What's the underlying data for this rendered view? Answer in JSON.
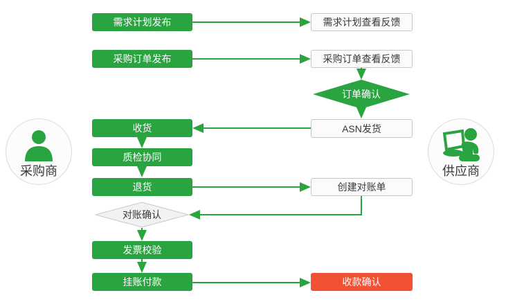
{
  "colors": {
    "green": "#2aa440",
    "arrow": "#2aa43c",
    "red": "#f05233",
    "whitebox-bg": "#fbfbfb",
    "whitebox-border": "#c6c6c6",
    "diamond-white-bg": "#f2f2f2",
    "diamond-white-border": "#c9c9c9",
    "circle-bg": "#fcfcfc",
    "circle-border": "#dbdbdb",
    "text-dark": "#383838"
  },
  "actors": {
    "buyer": {
      "label": "采购商",
      "icon": "person-icon"
    },
    "supplier": {
      "label": "供应商",
      "icon": "person-laptop-icon"
    }
  },
  "nodes": {
    "demand_plan_publish": {
      "label": "需求计划发布",
      "type": "process-green"
    },
    "demand_plan_feedback": {
      "label": "需求计划查看反馈",
      "type": "process-white"
    },
    "po_publish": {
      "label": "采购订单发布",
      "type": "process-green"
    },
    "po_feedback": {
      "label": "采购订单查看反馈",
      "type": "process-white"
    },
    "order_confirm": {
      "label": "订单确认",
      "type": "decision-green"
    },
    "receive_goods": {
      "label": "收货",
      "type": "process-green"
    },
    "asn_ship": {
      "label": "ASN发货",
      "type": "process-white"
    },
    "quality_collab": {
      "label": "质检协同",
      "type": "process-green"
    },
    "return_goods": {
      "label": "退货",
      "type": "process-green"
    },
    "create_statement": {
      "label": "创建对账单",
      "type": "process-white"
    },
    "statement_confirm": {
      "label": "对账确认",
      "type": "decision-white"
    },
    "invoice_verify": {
      "label": "发票校验",
      "type": "process-green"
    },
    "book_payment": {
      "label": "挂账付款",
      "type": "process-green"
    },
    "payment_confirm": {
      "label": "收款确认",
      "type": "process-red"
    }
  },
  "edges": [
    {
      "from": "demand_plan_publish",
      "to": "demand_plan_feedback"
    },
    {
      "from": "po_publish",
      "to": "po_feedback"
    },
    {
      "from": "po_feedback",
      "to": "order_confirm"
    },
    {
      "from": "order_confirm",
      "to": "asn_ship"
    },
    {
      "from": "asn_ship",
      "to": "receive_goods"
    },
    {
      "from": "receive_goods",
      "to": "quality_collab"
    },
    {
      "from": "quality_collab",
      "to": "return_goods"
    },
    {
      "from": "return_goods",
      "to": "create_statement"
    },
    {
      "from": "create_statement",
      "to": "statement_confirm"
    },
    {
      "from": "statement_confirm",
      "to": "invoice_verify"
    },
    {
      "from": "invoice_verify",
      "to": "book_payment"
    },
    {
      "from": "book_payment",
      "to": "payment_confirm"
    }
  ]
}
